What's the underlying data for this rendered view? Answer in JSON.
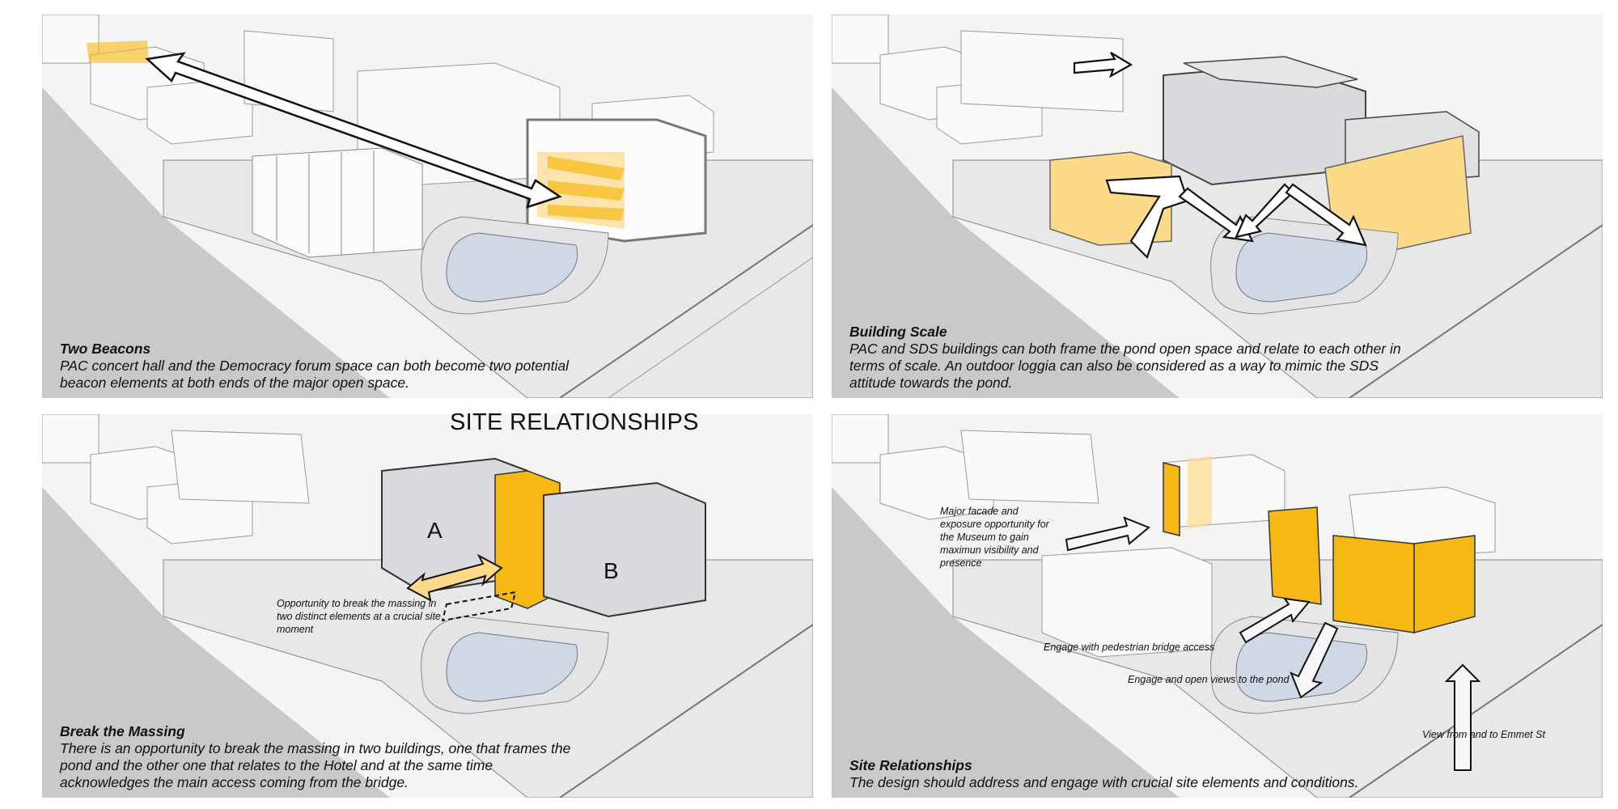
{
  "title": "SITE RELATIONSHIPS",
  "colors": {
    "accent_strong": "#f6b914",
    "accent_light": "#fdd98a",
    "pond": "#cfd8e7",
    "mass_gray": "#d9dadd",
    "ground": "#c9c9cb",
    "line": "#3a3a3a"
  },
  "panels": [
    {
      "title": "Two Beacons",
      "text": "PAC concert hall and the Democracy forum space can both become two potential beacon elements at both ends of the major open space."
    },
    {
      "title": "Building Scale",
      "text": "PAC and SDS buildings can both frame the pond open space and relate to each other in terms of scale. An outdoor loggia can also be considered as a way to mimic the SDS attitude towards the pond."
    },
    {
      "title": "Break the Massing",
      "text": "There is an opportunity to break the massing in two buildings, one that frames the pond and the other one that relates to the Hotel and at the same time acknowledges the main access coming from the bridge.",
      "labels": {
        "a": "A",
        "b": "B"
      },
      "note": "Opportunity to break the massing in two distinct elements at a crucial site moment"
    },
    {
      "title": "Site Relationships",
      "text": "The design should address and engage with crucial site elements and conditions.",
      "notes": {
        "museum": "Major facade and exposure opportunity for the Museum to gain maximun visibility and presence",
        "bridge": "Engage with pedestrian bridge access",
        "pond": "Engage and open views to the pond",
        "emmet": "View from and to Emmet St"
      }
    }
  ]
}
